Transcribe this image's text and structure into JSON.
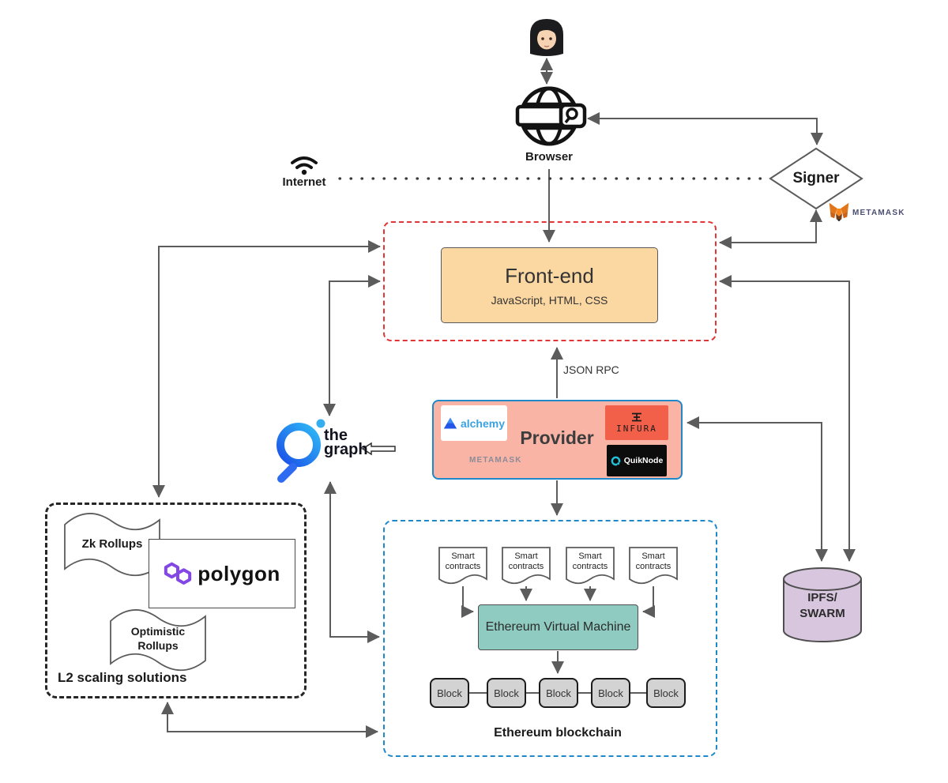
{
  "palette": {
    "arrow": "#5c5c5c",
    "red_zone_border": "#e23535",
    "blue_zone_border": "#1e88c8",
    "frontend_fill": "#fbd7a2",
    "provider_fill": "#f9b4a6",
    "evm_fill": "#8fcbc0",
    "block_fill": "#d3d3d3",
    "ipfs_fill": "#d8c6df",
    "infura_bg": "#f2604a",
    "quiknode_bg": "#0c0c0c",
    "polygon_purple": "#8247e5",
    "graph_navy": "#12131f",
    "metamask_orange": "#e2761b"
  },
  "nodes": {
    "browser": {
      "label": "Browser"
    },
    "internet": {
      "label": "Internet"
    },
    "signer": {
      "label": "Signer",
      "wallet": "METAMASK"
    },
    "frontend": {
      "title": "Front-end",
      "subtitle": "JavaScript, HTML, CSS"
    },
    "json_rpc": {
      "label": "JSON RPC"
    },
    "provider": {
      "title": "Provider",
      "services": {
        "alchemy": "alchemy",
        "infura": "INFURA",
        "metamask": "METAMASK",
        "quiknode": "QuikNode"
      }
    },
    "thegraph": {
      "word1": "the",
      "word2": "graph"
    },
    "l2": {
      "title": "L2 scaling solutions",
      "zk_rollups": "Zk Rollups",
      "optimistic_rollups": "Optimistic Rollups",
      "polygon": "polygon"
    },
    "ethereum": {
      "title": "Ethereum blockchain",
      "evm": "Ethereum Virtual Machine",
      "contracts": [
        "Smart contracts",
        "Smart contracts",
        "Smart contracts",
        "Smart contracts"
      ],
      "blocks": [
        "Block",
        "Block",
        "Block",
        "Block",
        "Block"
      ]
    },
    "storage": {
      "line1": "IPFS/",
      "line2": "SWARM"
    }
  }
}
